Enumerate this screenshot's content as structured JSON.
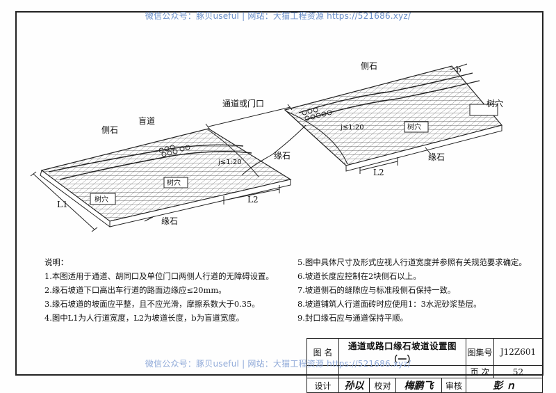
{
  "watermark": {
    "top": "微信公众号：豚贝useful  |  网站：大猫工程资源 https://521686.xyz/",
    "bottom": "微信公众号：豚贝useful  |  网站：大猫工程资源 https://521686.xyz/"
  },
  "drawing": {
    "labels": {
      "curb_left": "侧石",
      "tactile": "盲道",
      "passage": "通道或门口",
      "curb_right_top": "侧石",
      "b_width": "b",
      "tree_pit_right": "树穴",
      "tree_pit_left_center": "树穴",
      "tree_pit_right_center": "树穴",
      "tree_pit_left": "树穴",
      "edge_stone_mid": "缘石",
      "edge_stone_left": "缘石",
      "edge_stone_right": "缘石",
      "slope_left": "j≤1:20",
      "slope_right": "j≤1:20",
      "L1": "L1",
      "L2_left": "L2",
      "L2_right": "L2"
    }
  },
  "notes": {
    "heading": "说明：",
    "left": [
      "1.本图适用于通道、胡同口及单位门口两侧人行道的无障碍设置。",
      "2.缘石坡道下口高出车行道的路面边缘应≤20mm。",
      "3.缘石坡道的坡面应平整，且不应光滑，摩擦系数大于0.35。",
      "4.图中L1为人行道宽度，L2为坡道长度，b为盲道宽度。"
    ],
    "right": [
      "5.图中具体尺寸及形式应视人行道宽度并参照有关规范要求确定。",
      "6.坡道长度应控制在2块侧石以上。",
      "7.坡道侧石的缝隙应与标准段侧石保持一致。",
      "8.坡道铺筑人行道面砖时应使用1：3水泥砂浆垫层。",
      "9.封口缘石应与通道保持平顺。"
    ]
  },
  "title_block": {
    "tu_ming_label": "图  名",
    "title": "通道或路口缘石坡道设置图（一）",
    "atlas_label": "图集号",
    "atlas_no": "J12Z601",
    "page_label": "页  次",
    "page_no": "52",
    "design_label": "设计",
    "check_label": "校对",
    "review_label": "审核",
    "design_sign": "孙以",
    "check_sign": "梅鹏飞",
    "review_sign": "彭 ｎ"
  }
}
